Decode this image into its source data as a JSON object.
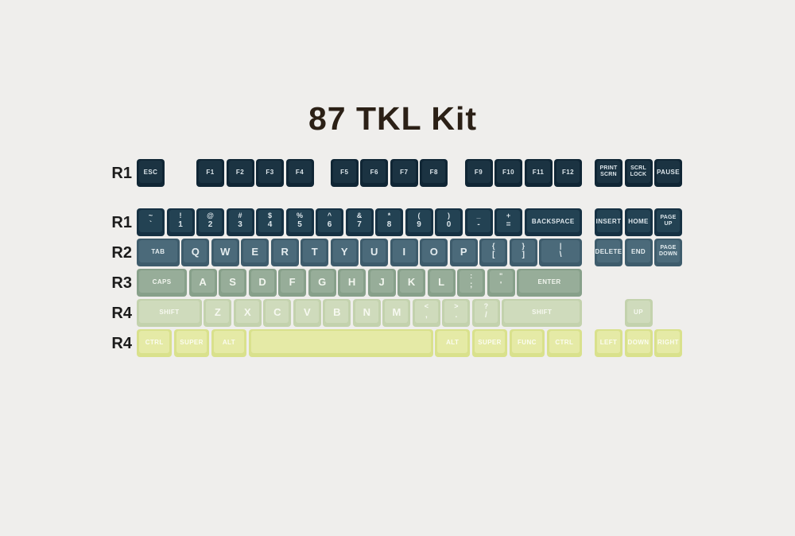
{
  "title": "87 TKL Kit",
  "colors": {
    "background": "#efeeec",
    "title": "#2b2016",
    "row_label": "#1b1b1b",
    "f_row": {
      "outer": "#102635",
      "inner": "#1b3342",
      "text": "#dce5ea"
    },
    "num_row": {
      "outer": "#163143",
      "inner": "#234253",
      "text": "#dce5ea"
    },
    "r2": {
      "outer": "#3e5c6c",
      "inner": "#4b6a7a",
      "text": "#e4ecef"
    },
    "r3": {
      "outer": "#87a08a",
      "inner": "#97ad99",
      "text": "#f1f5ee"
    },
    "r4": {
      "outer": "#c3d2ad",
      "inner": "#cfdbbc",
      "text": "#f7f9f1"
    },
    "r5": {
      "outer": "#d9e18c",
      "inner": "#e5eaa6",
      "text": "#fbfcf0"
    }
  },
  "rows": [
    {
      "label": "R1",
      "color": "f_row",
      "keys": [
        {
          "name": "esc",
          "legend": "ESC"
        },
        {
          "name": "f1",
          "legend": "F1",
          "gap": 1
        },
        {
          "name": "f2",
          "legend": "F2"
        },
        {
          "name": "f3",
          "legend": "F3"
        },
        {
          "name": "f4",
          "legend": "F4"
        },
        {
          "name": "f5",
          "legend": "F5",
          "gap": 0.5
        },
        {
          "name": "f6",
          "legend": "F6"
        },
        {
          "name": "f7",
          "legend": "F7"
        },
        {
          "name": "f8",
          "legend": "F8"
        },
        {
          "name": "f9",
          "legend": "F9",
          "gap": 0.5
        },
        {
          "name": "f10",
          "legend": "F10"
        },
        {
          "name": "f11",
          "legend": "F11"
        },
        {
          "name": "f12",
          "legend": "F12"
        }
      ],
      "nav": [
        {
          "name": "print-scrn",
          "lines": [
            "PRINT",
            "SCRN"
          ]
        },
        {
          "name": "scrl-lock",
          "lines": [
            "SCRL",
            "LOCK"
          ]
        },
        {
          "name": "pause",
          "legend": "PAUSE"
        }
      ]
    },
    {
      "label": "R1",
      "color": "num_row",
      "keys": [
        {
          "name": "grave",
          "top": "~",
          "bottom": "`"
        },
        {
          "name": "1",
          "top": "!",
          "bottom": "1"
        },
        {
          "name": "2",
          "top": "@",
          "bottom": "2"
        },
        {
          "name": "3",
          "top": "#",
          "bottom": "3"
        },
        {
          "name": "4",
          "top": "$",
          "bottom": "4"
        },
        {
          "name": "5",
          "top": "%",
          "bottom": "5"
        },
        {
          "name": "6",
          "top": "^",
          "bottom": "6"
        },
        {
          "name": "7",
          "top": "&",
          "bottom": "7"
        },
        {
          "name": "8",
          "top": "*",
          "bottom": "8"
        },
        {
          "name": "9",
          "top": "(",
          "bottom": "9"
        },
        {
          "name": "0",
          "top": ")",
          "bottom": "0"
        },
        {
          "name": "minus",
          "top": "_",
          "bottom": "-"
        },
        {
          "name": "equals",
          "top": "+",
          "bottom": "="
        },
        {
          "name": "backspace",
          "legend": "BACKSPACE",
          "w": 2
        }
      ],
      "nav": [
        {
          "name": "insert",
          "legend": "INSERT"
        },
        {
          "name": "home",
          "legend": "HOME"
        },
        {
          "name": "page-up",
          "lines": [
            "PAGE",
            "UP"
          ]
        }
      ]
    },
    {
      "label": "R2",
      "color": "r2",
      "keys": [
        {
          "name": "tab",
          "legend": "TAB",
          "w": 1.5
        },
        {
          "name": "q",
          "legend": "Q"
        },
        {
          "name": "w",
          "legend": "W"
        },
        {
          "name": "e",
          "legend": "E"
        },
        {
          "name": "r",
          "legend": "R"
        },
        {
          "name": "t",
          "legend": "T"
        },
        {
          "name": "y",
          "legend": "Y"
        },
        {
          "name": "u",
          "legend": "U"
        },
        {
          "name": "i",
          "legend": "I"
        },
        {
          "name": "o",
          "legend": "O"
        },
        {
          "name": "p",
          "legend": "P"
        },
        {
          "name": "bracket-open",
          "top": "{",
          "bottom": "["
        },
        {
          "name": "bracket-close",
          "top": "}",
          "bottom": "]"
        },
        {
          "name": "backslash",
          "top": "|",
          "bottom": "\\",
          "w": 1.5
        }
      ],
      "nav": [
        {
          "name": "delete",
          "legend": "DELETE"
        },
        {
          "name": "end",
          "legend": "END"
        },
        {
          "name": "page-down",
          "lines": [
            "PAGE",
            "DOWN"
          ]
        }
      ]
    },
    {
      "label": "R3",
      "color": "r3",
      "keys": [
        {
          "name": "caps",
          "legend": "CAPS",
          "w": 1.75
        },
        {
          "name": "a",
          "legend": "A"
        },
        {
          "name": "s",
          "legend": "S"
        },
        {
          "name": "d",
          "legend": "D"
        },
        {
          "name": "f",
          "legend": "F"
        },
        {
          "name": "g",
          "legend": "G"
        },
        {
          "name": "h",
          "legend": "H"
        },
        {
          "name": "j",
          "legend": "J"
        },
        {
          "name": "k",
          "legend": "K"
        },
        {
          "name": "l",
          "legend": "L"
        },
        {
          "name": "semicolon",
          "top": ":",
          "bottom": ";"
        },
        {
          "name": "quote",
          "top": "\"",
          "bottom": "'"
        },
        {
          "name": "enter",
          "legend": "ENTER",
          "w": 2.25
        }
      ]
    },
    {
      "label": "R4",
      "color": "r4",
      "keys": [
        {
          "name": "shift-left",
          "legend": "SHIFT",
          "w": 2.25
        },
        {
          "name": "z",
          "legend": "Z"
        },
        {
          "name": "x",
          "legend": "X"
        },
        {
          "name": "c",
          "legend": "C"
        },
        {
          "name": "v",
          "legend": "V"
        },
        {
          "name": "b",
          "legend": "B"
        },
        {
          "name": "n",
          "legend": "N"
        },
        {
          "name": "m",
          "legend": "M"
        },
        {
          "name": "comma",
          "top": "<",
          "bottom": ","
        },
        {
          "name": "period",
          "top": ">",
          "bottom": "."
        },
        {
          "name": "slash",
          "top": "?",
          "bottom": "/"
        },
        {
          "name": "shift-right",
          "legend": "SHIFT",
          "w": 2.75
        }
      ],
      "nav": [
        {
          "name": "up",
          "legend": "UP",
          "col": 1
        }
      ]
    },
    {
      "label": "R4",
      "color": "r5",
      "keys": [
        {
          "name": "ctrl-left",
          "legend": "CTRL",
          "w": 1.25
        },
        {
          "name": "super-left",
          "legend": "SUPER",
          "w": 1.25
        },
        {
          "name": "alt-left",
          "legend": "ALT",
          "w": 1.25
        },
        {
          "name": "space",
          "legend": "",
          "w": 6.25
        },
        {
          "name": "alt-right",
          "legend": "ALT",
          "w": 1.25
        },
        {
          "name": "super-right",
          "legend": "SUPER",
          "w": 1.25
        },
        {
          "name": "func",
          "legend": "FUNC",
          "w": 1.25
        },
        {
          "name": "ctrl-right",
          "legend": "CTRL",
          "w": 1.25
        }
      ],
      "nav": [
        {
          "name": "left",
          "legend": "LEFT",
          "col": 0
        },
        {
          "name": "down",
          "legend": "DOWN",
          "col": 1
        },
        {
          "name": "right",
          "legend": "RIGHT",
          "col": 2
        }
      ]
    }
  ]
}
